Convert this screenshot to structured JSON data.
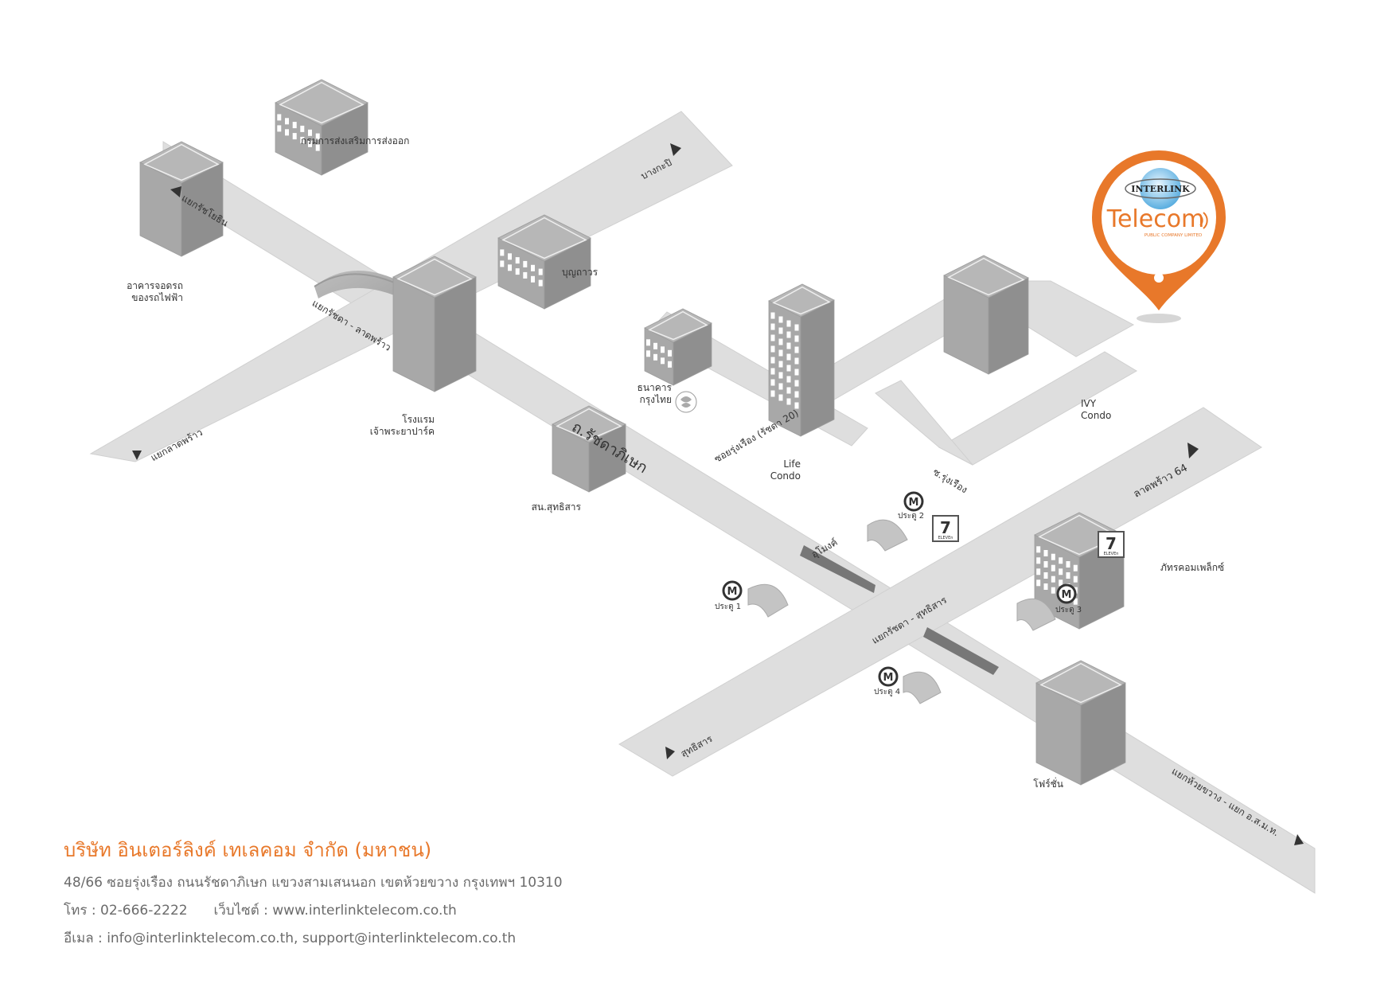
{
  "labels": {
    "export_dept": "กรมการส่งเสริมการส่งออก",
    "bang_kapi": "บางกะปิ",
    "ratchayothin": "แยกรัชโยธิน",
    "parking_line1": "อาคารจอดรถ",
    "parking_line2": "ของรถไฟฟ้า",
    "bunkawat": "บุญถาวร",
    "ratchada_ladprao": "แยกรัชดา - ลาดพร้าว",
    "ladprao_junction": "แยกลาดพร้าว",
    "hotel_line1": "โรงแรม",
    "hotel_line2": "เจ้าพระยาปาร์ค",
    "krungthai_line1": "ธนาคาร",
    "krungthai_line2": "กรุงไทย",
    "ratchadaphisek_road": "ถ.รัชดาภิเษก",
    "soi_rungrueang_20": "ซอยรุ่งเรือง (รัชดา 20)",
    "life_line1": "Life",
    "life_line2": "Condo",
    "ivy_line1": "IVY",
    "ivy_line2": "Condo",
    "so_rungrueang": "ซ.รุ่งเรือง",
    "ladprao_64": "ลาดพร้าว 64",
    "sutthisarn_police": "สน.สุทธิสาร",
    "tunnel": "อุโมงค์",
    "ratchada_sutthisarn": "แยกรัชดา - สุทธิสาร",
    "phatra_complex": "ภัทรคอมเพล็กซ์",
    "sutthisarn": "สุทธิสาร",
    "huai_khwang_junction": "แยกห้วยขวาง - แยก อ.ส.ม.ท.",
    "fortune": "โฟร์ชั่น",
    "mrt_letter": "M",
    "exit1": "ประตู 1",
    "exit2": "ประตู 2",
    "exit3": "ประตู 3",
    "exit4": "ประตู 4",
    "seven_number": "7",
    "seven_text": "ELEVEn",
    "logo_brand": "INTERLINK",
    "logo_telecom": "Telecom",
    "logo_sub": "PUBLIC COMPANY LIMITED"
  },
  "footer": {
    "company": "บริษัท อินเตอร์ลิงค์ เทเลคอม จำกัด (มหาชน)",
    "address": "48/66 ซอยรุ่งเรือง ถนนรัชดาภิเษก แขวงสามเสนนอก เขตห้วยขวาง กรุงเทพฯ 10310",
    "tel_label": "โทร :",
    "tel": "02-666-2222",
    "web_label": "เว็บไซต์ :",
    "web": "www.interlinktelecom.co.th",
    "email_label": "อีเมล :",
    "email1": "info@interlinktelecom.co.th,",
    "email2": "support@interlinktelecom.co.th"
  },
  "colors": {
    "road": "#dedede",
    "road_edge": "#cfcfcf",
    "building_top": "#b7b7b7",
    "building_left": "#a8a8a8",
    "building_right": "#8f8f8f",
    "accent_orange": "#e8782a",
    "text": "#333333",
    "footer_text": "#6b6b6b"
  },
  "icons": [
    "mrt-icon",
    "seven-eleven-icon",
    "krungthai-logo-icon",
    "location-pin-icon",
    "direction-arrow-icon"
  ]
}
